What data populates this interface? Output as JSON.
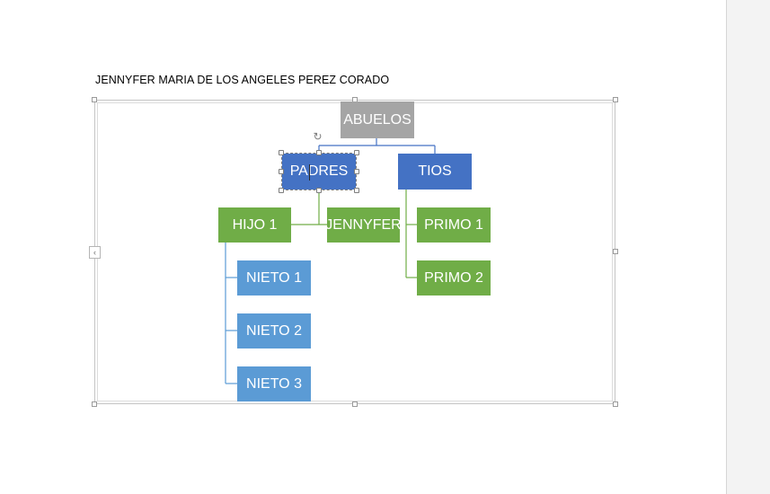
{
  "document": {
    "title": "JENNYFER MARIA DE LOS ANGELES PEREZ CORADO"
  },
  "smartart": {
    "collapse_arrow": "‹",
    "rotate_icon": "↻",
    "nodes": {
      "abuelos": "ABUELOS",
      "padres": "PADRES",
      "tios": "TIOS",
      "hijo1": "HIJO 1",
      "jennyfer": "JENNYFER",
      "primo1": "PRIMO 1",
      "primo2": "PRIMO 2",
      "nieto1": "NIETO 1",
      "nieto2": "NIETO 2",
      "nieto3": "NIETO 3"
    },
    "colors": {
      "gray": "#a5a5a5",
      "blue": "#4472c4",
      "green": "#70ad47",
      "light_blue": "#5b9bd5"
    }
  }
}
